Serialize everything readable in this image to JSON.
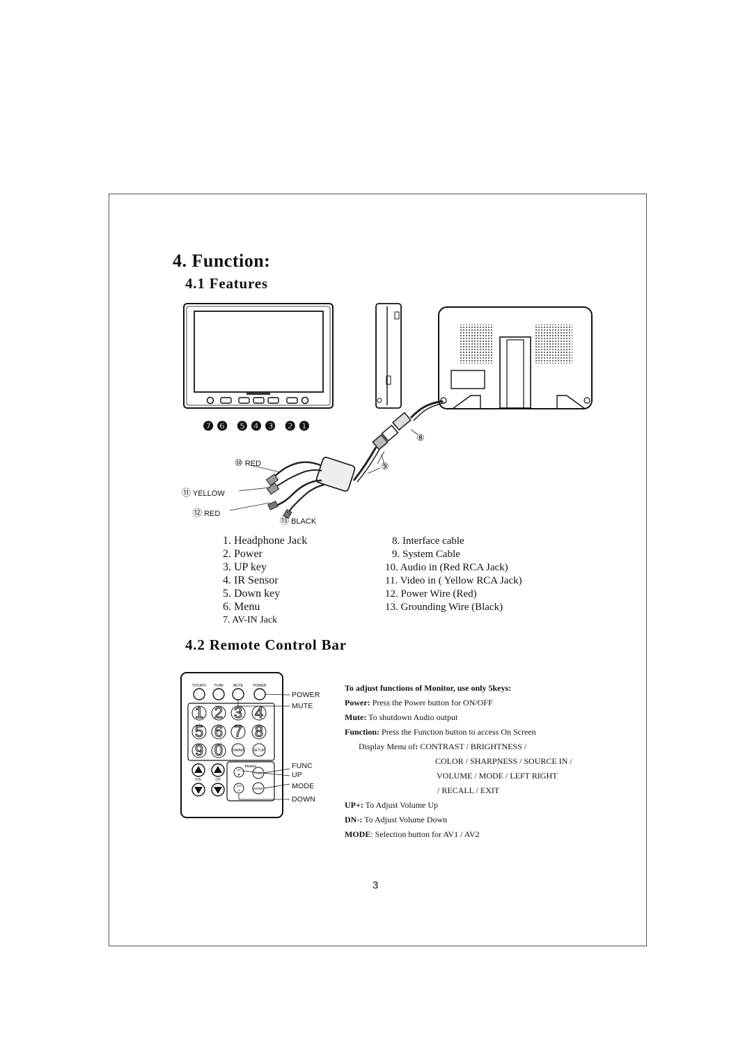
{
  "section": {
    "title": "4. Function:"
  },
  "features": {
    "title": "4.1 Features",
    "badges_left": "❼❻ ❺❹❸ ❷❶",
    "callout_8": "⑧",
    "callout_9": "⑨",
    "cables": [
      {
        "num": "⑩",
        "label": "RED"
      },
      {
        "num": "⑪",
        "label": "YELLOW"
      },
      {
        "num": "⑫",
        "label": "RED"
      },
      {
        "num": "⑬",
        "label": "BLACK"
      }
    ],
    "list_left": [
      "1. Headphone Jack",
      "2. Power",
      "3. UP key",
      "4. IR Sensor",
      "5. Down key",
      "6. Menu",
      "7. AV-IN Jack"
    ],
    "list_right": [
      "8. Interface cable",
      "9. System Cable",
      "10. Audio in (Red RCA Jack)",
      "11. Video in ( Yellow RCA Jack)",
      "12. Power Wire (Red)",
      "13. Grounding Wire (Black)"
    ]
  },
  "remote": {
    "title": "4.2 Remote Control Bar",
    "top_buttons": [
      "TV/CATV",
      "TV/AV",
      "MUTE",
      "POWER"
    ],
    "digits": [
      "1",
      "2",
      "3",
      "4",
      "5",
      "6",
      "7",
      "8",
      "9",
      "0"
    ],
    "small_buttons": [
      "FM/AM",
      "SETUP"
    ],
    "vol_label": "VOL",
    "ch_label": "CH",
    "monitor_label": "Monitor",
    "monitor_buttons": [
      "UP",
      "FUNC",
      "DN",
      "MODE"
    ],
    "plus": "+",
    "minus": "−",
    "callouts": [
      "POWER",
      "MUTE",
      "FUNC",
      "UP",
      "MODE",
      "DOWN"
    ],
    "desc": {
      "heading": "To adjust functions of Monitor, use only 5keys:",
      "power_key": "Power:",
      "power_text": " Press the Power button for ON/OFF",
      "mute_key": "Mute:",
      "mute_text": " To shutdown Audio output",
      "function_key": "Function:",
      "function_text": " Press the Function button to access On Screen",
      "display_prefix": "Display Menu of",
      "display_colon": ":",
      "display_items_1": " CONTRAST / BRIGHTNESS /",
      "display_items_2": "COLOR / SHARPNESS / SOURCE IN /",
      "display_items_3": "VOLUME / MODE / LEFT  RIGHT",
      "display_items_4": "/ RECALL / EXIT",
      "up_key": "UP+:",
      "up_text": " To Adjust Volume Up",
      "dn_key": "DN-:",
      "dn_text": " To Adjust Volume Down",
      "mode_key": "MODE",
      "mode_text": ": Selection button for AV1 / AV2"
    }
  },
  "page_number": "3"
}
